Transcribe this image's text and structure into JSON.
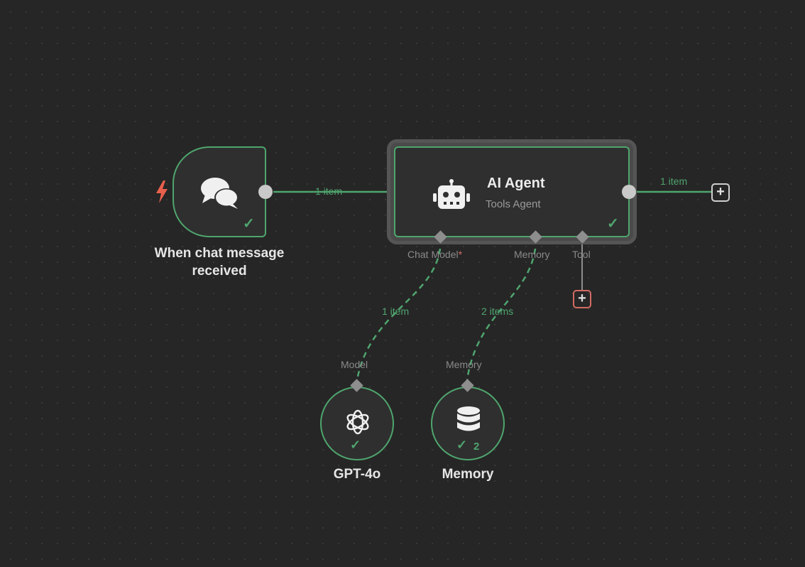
{
  "trigger": {
    "label_line1": "When chat message",
    "label_line2": "received",
    "icon": "chat-bubbles-icon",
    "status_icon": "check-icon"
  },
  "agent": {
    "title": "AI Agent",
    "subtitle": "Tools Agent",
    "icon": "robot-icon",
    "status_icon": "check-icon",
    "connectors": {
      "chat_model": "Chat Model",
      "required_mark": "*",
      "memory": "Memory",
      "tool": "Tool"
    }
  },
  "connections": {
    "trigger_to_agent": "1 item",
    "agent_output": "1 item",
    "model_to_agent": "1 item",
    "memory_to_agent": "2 items"
  },
  "gpt": {
    "label": "GPT-4o",
    "input_label": "Model",
    "icon": "openai-icon"
  },
  "memory": {
    "label": "Memory",
    "input_label": "Memory",
    "icon": "database-icon",
    "run_count": "2"
  },
  "colors": {
    "background": "#262626",
    "node_fill": "#2f2f2f",
    "success_green": "#4fa56e",
    "trigger_bolt": "#e8604c",
    "handle_gray": "#c9c9c9"
  }
}
